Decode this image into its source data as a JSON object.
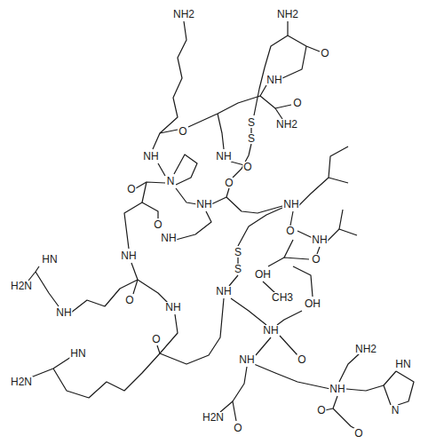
{
  "diagram": {
    "labels": [
      "NH2",
      "NH2",
      "O",
      "NH",
      "O",
      "NH2",
      "S",
      "S",
      "O",
      "NH",
      "NH",
      "O",
      "N",
      "O",
      "NH",
      "NH",
      "O",
      "O",
      "O",
      "NH",
      "NH",
      "NH",
      "HN",
      "H2N",
      "NH",
      "S",
      "S",
      "O",
      "OH",
      "O",
      "NH",
      "OH",
      "O",
      "NH",
      "HN",
      "H2N",
      "NH",
      "O",
      "NH",
      "NH2",
      "HN",
      "N",
      "H2N",
      "O",
      "NH",
      "O",
      "O",
      "CH3"
    ]
  }
}
